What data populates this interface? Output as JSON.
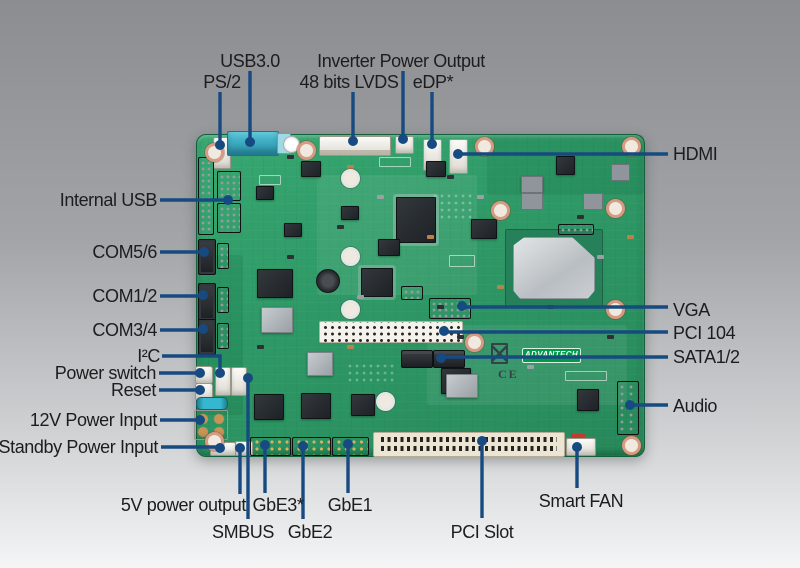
{
  "figure": {
    "alt": "Single board computer top view with connector callouts"
  },
  "colors": {
    "bg_top": "#8b8d90",
    "bg_mid": "#a2a4a7",
    "bg_bottom": "#f4f5f6",
    "leader": "#164a80",
    "pcb": "#2f9a67",
    "pcb_dark": "#27885a",
    "pcb_edge": "#12603c",
    "text": "#1d1d1f",
    "usb3_teal": "#41b0c6",
    "logo_green": "#009b48",
    "slot_ivory": "#ece5d4",
    "copper": "#d79a82"
  },
  "board": {
    "logo_text": "ADVANTECH",
    "ce_text": "CE"
  },
  "callouts": {
    "usb3": "USB3.0",
    "ps2": "PS/2",
    "inverter": "Inverter Power Output",
    "lvds": "48 bits LVDS",
    "edp": "eDP*",
    "hdmi": "HDMI",
    "internal_usb": "Internal USB",
    "com56": "COM5/6",
    "com12": "COM1/2",
    "com34": "COM3/4",
    "i2c": "I²C",
    "power_switch": "Power switch",
    "reset": "Reset",
    "power12v": "12V Power Input",
    "standby": "Standby Power Input",
    "out5v": "5V power output",
    "smbus": "SMBUS",
    "gbe3": "GbE3*",
    "gbe2": "GbE2",
    "gbe1": "GbE1",
    "pci_slot": "PCI Slot",
    "smart_fan": "Smart FAN",
    "vga": "VGA",
    "pci104": "PCI 104",
    "sata": "SATA1/2",
    "audio": "Audio"
  }
}
